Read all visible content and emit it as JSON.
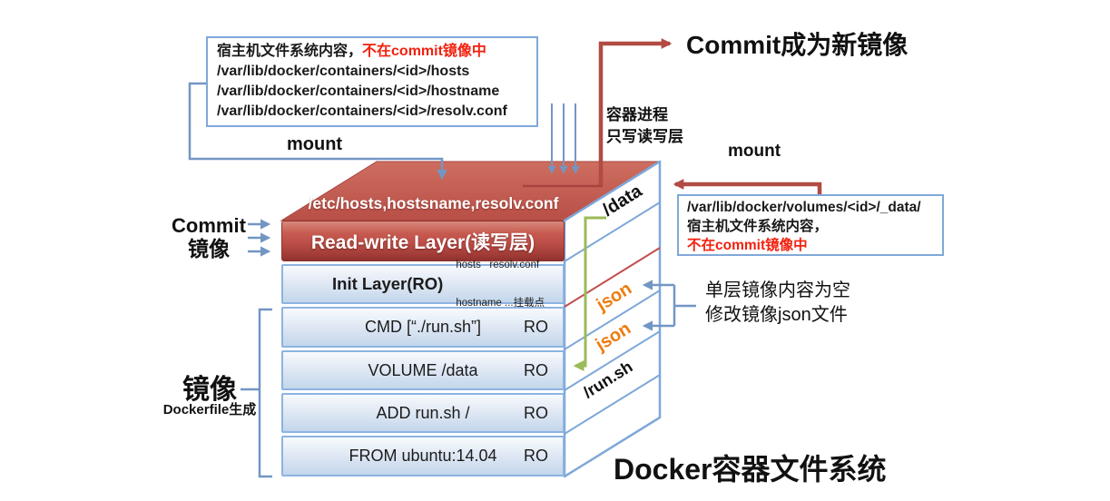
{
  "colors": {
    "accent_blue": "#7296c4",
    "box_border_blue": "#7fa8d9",
    "layer_red": "#c0504d",
    "layer_blue_border": "#8db3e2",
    "highlight_red_text": "#f3200e",
    "json_orange": "#ee7c0f",
    "arrow_green": "#9bbb59",
    "arrow_dark_red": "#b14b43"
  },
  "host_box": {
    "intro": "宿主机文件系统内容，",
    "intro_red": "不在commit镜像中",
    "paths": [
      "/var/lib/docker/containers/<id>/hosts",
      "/var/lib/docker/containers/<id>/hostname",
      "/var/lib/docker/containers/<id>/resolv.conf"
    ]
  },
  "volume_box": {
    "path": "/var/lib/docker/volumes/<id>/_data/",
    "line2": "宿主机文件系统内容，",
    "line3_red": "不在commit镜像中"
  },
  "labels": {
    "mount_left": "mount",
    "mount_right": "mount",
    "commit_new_image": "Commit成为新镜像",
    "container_process_1": "容器进程",
    "container_process_2": "只写读写层",
    "commit_left_1": "Commit",
    "commit_left_2": "镜像",
    "image_big": "镜像",
    "image_sub": "Dockerfile生成",
    "single_layer_1": "单层镜像内容为空",
    "single_layer_2": "修改镜像json文件",
    "title": "Docker容器文件系统"
  },
  "cube": {
    "top_label": "/etc/hosts,hostsname,resolv.conf",
    "rw_label": "Read-write Layer(读写层)",
    "init_label": "Init Layer(RO)",
    "init_note_1": "hosts   resolv.conf",
    "init_note_2": "hostname ...挂载点",
    "rows": [
      {
        "label": "CMD [“./run.sh”]",
        "ro": "RO"
      },
      {
        "label": "VOLUME /data",
        "ro": "RO"
      },
      {
        "label": "ADD run.sh /",
        "ro": "RO"
      },
      {
        "label": "FROM ubuntu:14.04",
        "ro": "RO"
      }
    ],
    "side_data": "/data",
    "side_json_1": "json",
    "side_json_2": "json",
    "side_runsh": "/run.sh"
  }
}
